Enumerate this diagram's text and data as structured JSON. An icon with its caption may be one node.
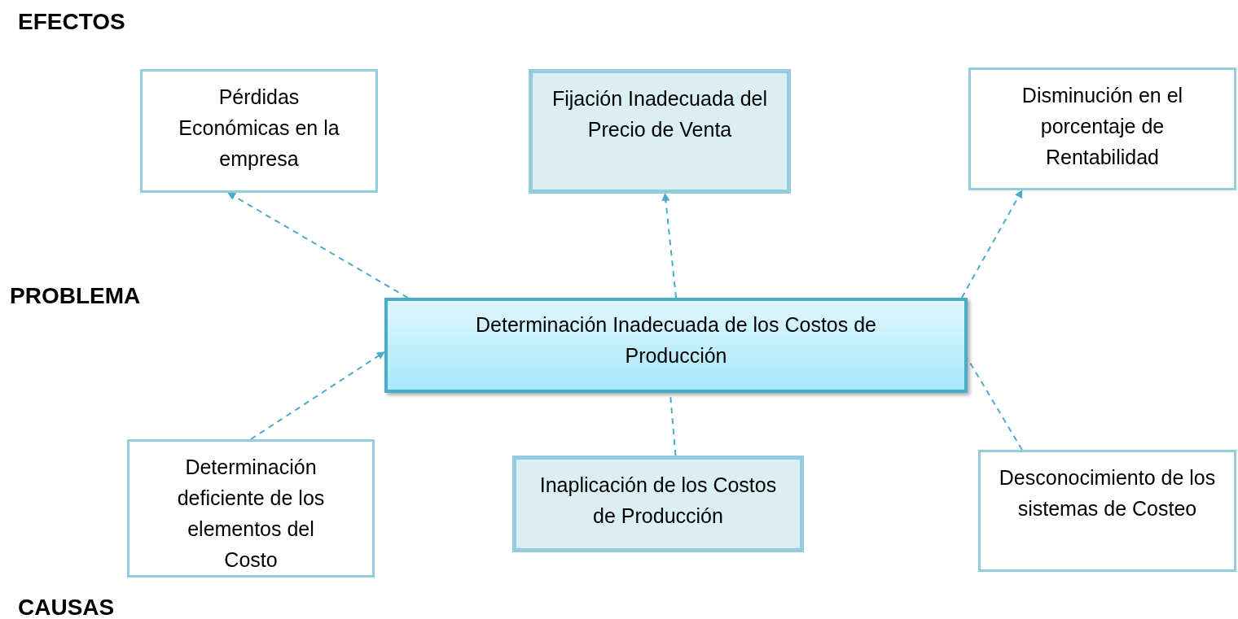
{
  "diagram": {
    "nodes": [
      {
        "text": [
          "Pérdidas Económicas en la empresa"
        ]
      },
      {
        "text": [
          "Fijación Inadecuada del Precio de Venta"
        ]
      },
      {
        "text": [
          "Disminución en el porcentaje de Rentabilidad"
        ]
      },
      {
        "text": [
          "Determinación Inadecuada de los Costos de Producción"
        ]
      },
      {
        "text": [
          "Determinación deficiente de los elementos del Costo"
        ]
      },
      {
        "text": [
          "Inaplicación de los Costos de Producción"
        ]
      },
      {
        "text": [
          "Desconocimiento de los sistemas de Costeo"
        ]
      }
    ],
    "edges": [
      {
        "from": 3,
        "to": 0,
        "arrow": "to",
        "style": "dashed"
      },
      {
        "from": 3,
        "to": 1,
        "arrow": "to",
        "style": "dashed"
      },
      {
        "from": 3,
        "to": 2,
        "arrow": "to",
        "style": "dashed"
      },
      {
        "from": 4,
        "to": 3,
        "arrow": "to",
        "style": "dashed"
      },
      {
        "from": 5,
        "to": 3,
        "arrow": "none",
        "style": "dashed"
      },
      {
        "from": 6,
        "to": 3,
        "arrow": "none",
        "style": "dashed"
      }
    ],
    "labels": [
      "EFECTOS",
      "PROBLEMA",
      "CAUSAS"
    ]
  }
}
